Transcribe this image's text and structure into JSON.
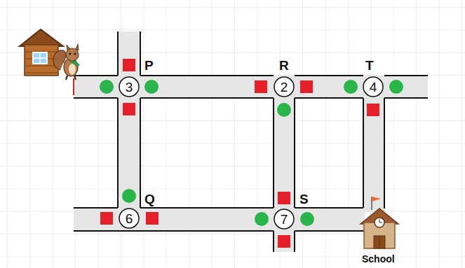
{
  "diagram": {
    "nodes": [
      {
        "text": [
          "3"
        ]
      },
      {
        "text": [
          "2"
        ]
      },
      {
        "text": [
          "4"
        ]
      },
      {
        "text": [
          "6"
        ]
      },
      {
        "text": [
          "7"
        ]
      }
    ],
    "edges": [
      {
        "from": 0,
        "to": 1,
        "arrow": "none"
      },
      {
        "from": 1,
        "to": 2,
        "arrow": "none"
      },
      {
        "from": 0,
        "to": 3,
        "arrow": "none"
      },
      {
        "from": 1,
        "to": 4,
        "arrow": "none"
      },
      {
        "from": 3,
        "to": 4,
        "arrow": "none"
      }
    ],
    "labels": [
      "P",
      "R",
      "T",
      "Q",
      "S",
      "School"
    ]
  }
}
